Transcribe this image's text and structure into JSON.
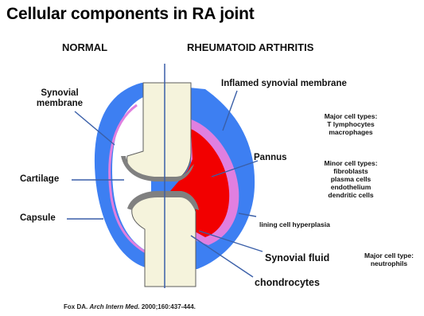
{
  "title": "Cellular components in RA joint",
  "headers": {
    "normal": "NORMAL",
    "ra": "RHEUMATOID ARTHRITIS"
  },
  "left_labels": {
    "synovial_membrane_1": "Synovial",
    "synovial_membrane_2": "membrane",
    "cartilage": "Cartilage",
    "capsule": "Capsule"
  },
  "right_labels": {
    "inflamed": "Inflamed synovial membrane",
    "pannus": "Pannus",
    "lining": "lining cell hyperplasia",
    "synovial_fluid": "Synovial fluid",
    "chondrocytes": "chondrocytes"
  },
  "major_cells": {
    "heading": "Major cell types:",
    "items": [
      "T lymphocytes",
      "macrophages"
    ]
  },
  "minor_cells": {
    "heading": "Minor cell types:",
    "items": [
      "fibroblasts",
      "plasma cells",
      "endothelium",
      "dendritic cells"
    ]
  },
  "fluid_cells": {
    "heading": "Major cell type:",
    "items": [
      "neutrophils"
    ]
  },
  "citation": {
    "author": "Fox DA.",
    "journal": "Arch Intern Med.",
    "details": "2000;160:437-444."
  },
  "colors": {
    "capsule_blue": "#3d7ff2",
    "bone": "#f5f3dc",
    "cartilage_gray": "#808080",
    "synovium_pink": "#e07fe0",
    "pannus_red": "#f20000",
    "line": "#3a5fa8"
  }
}
